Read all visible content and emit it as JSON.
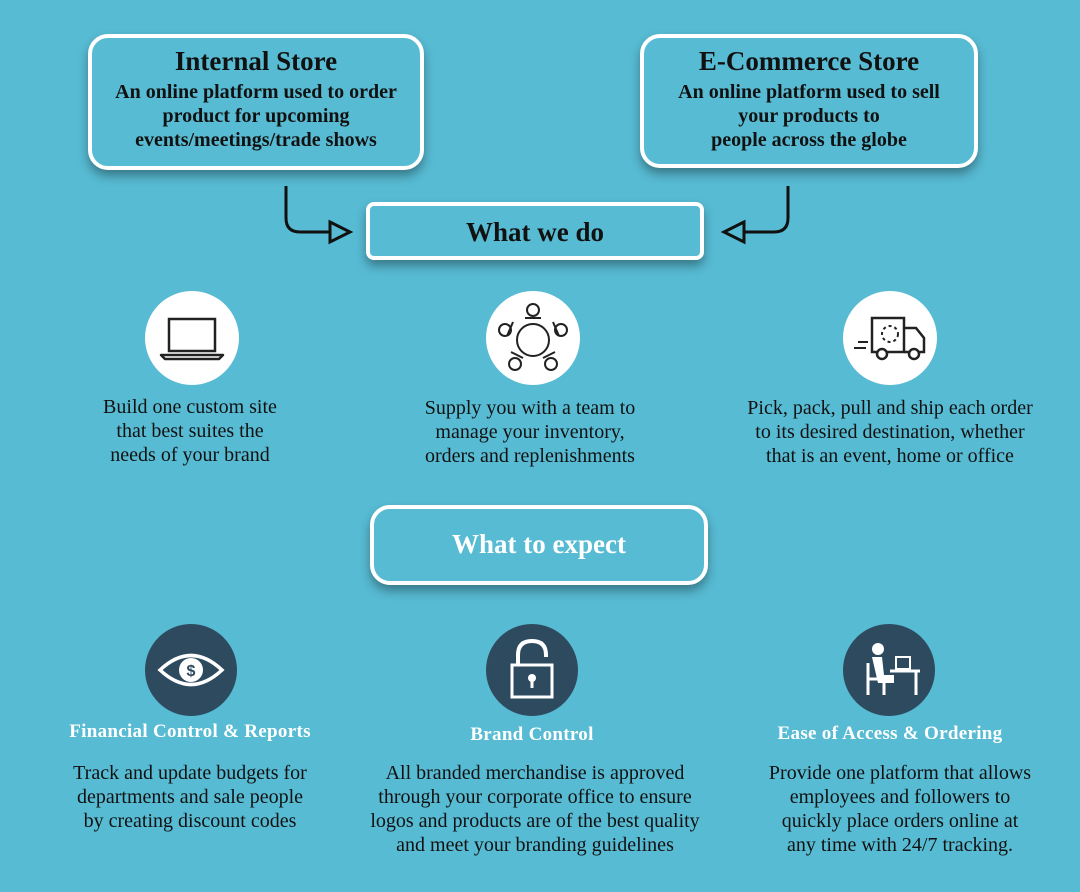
{
  "internal_store": {
    "title": "Internal Store",
    "line1": "An online platform used to order",
    "line2": "product for upcoming",
    "line3": "events/meetings/trade shows"
  },
  "ecommerce_store": {
    "title": "E-Commerce Store",
    "line1": "An online platform used to sell",
    "line2": "your products to",
    "line3": "people across the globe"
  },
  "what_we_do": {
    "label": "What we do",
    "items": [
      {
        "icon": "laptop-icon",
        "lines": [
          "Build one custom site",
          "that best suites the",
          "needs of your brand"
        ]
      },
      {
        "icon": "team-icon",
        "lines": [
          "Supply you with a team to",
          "manage your inventory,",
          "orders and replenishments"
        ]
      },
      {
        "icon": "delivery-truck-icon",
        "lines": [
          "Pick, pack, pull and ship each order",
          "to its desired destination, whether",
          "that is an event, home or office"
        ]
      }
    ]
  },
  "what_to_expect": {
    "label": "What to expect",
    "items": [
      {
        "icon": "eye-dollar-icon",
        "heading": "Financial Control & Reports",
        "lines": [
          "Track and update budgets for",
          "departments and sale people",
          "by creating discount codes"
        ]
      },
      {
        "icon": "padlock-icon",
        "heading": "Brand Control",
        "lines": [
          "All branded merchandise is approved",
          "through your corporate office to ensure",
          "logos and products are of the best quality",
          "and meet your branding guidelines"
        ]
      },
      {
        "icon": "person-at-computer-icon",
        "heading": "Ease of Access & Ordering",
        "lines": [
          "Provide one platform that allows",
          "employees and followers to",
          "quickly place orders online at",
          "any time with 24/7 tracking."
        ]
      }
    ]
  },
  "colors": {
    "background": "#57bbd3",
    "box_border": "#ffffff",
    "icon_dark": "#2e4a5f"
  }
}
